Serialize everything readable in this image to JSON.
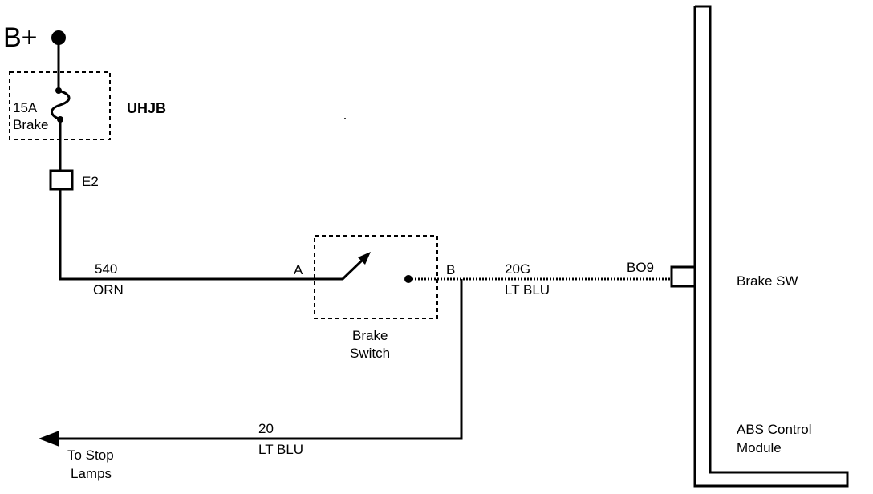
{
  "power": {
    "label": "B+"
  },
  "fuse": {
    "rating": "15A",
    "name": "Brake",
    "block": "UHJB"
  },
  "connector_e2": {
    "label": "E2"
  },
  "wire_540": {
    "circuit": "540",
    "color": "ORN"
  },
  "brake_switch": {
    "pin_a": "A",
    "pin_b": "B",
    "name_line1": "Brake",
    "name_line2": "Switch"
  },
  "wire_20g": {
    "circuit": "20G",
    "color": "LT BLU"
  },
  "connector_b09": {
    "label": "BO9"
  },
  "module": {
    "input": "Brake SW",
    "name_line1": "ABS Control",
    "name_line2": "Module"
  },
  "wire_20": {
    "circuit": "20",
    "color": "LT BLU"
  },
  "stop_lamps": {
    "line1": "To Stop",
    "line2": "Lamps"
  }
}
